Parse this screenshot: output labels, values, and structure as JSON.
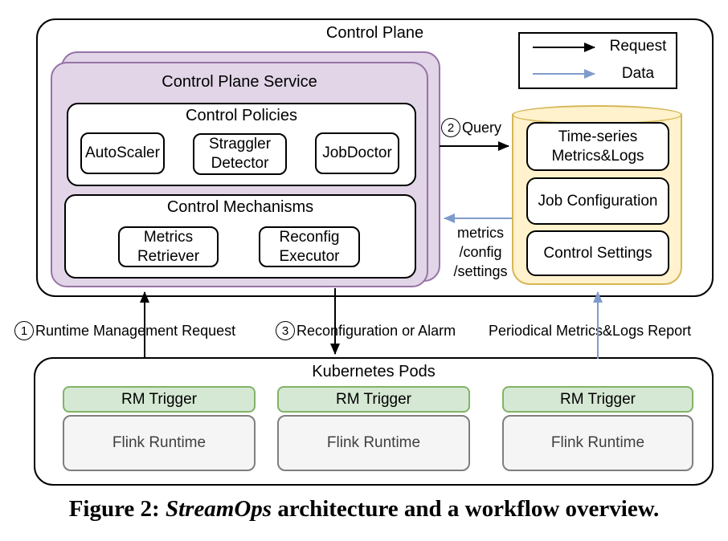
{
  "control_plane": {
    "title": "Control Plane",
    "service": {
      "title": "Control Plane Service",
      "policies": {
        "title": "Control Policies",
        "autoscaler": "AutoScaler",
        "straggler": "Straggler Detector",
        "jobdoctor": "JobDoctor"
      },
      "mechanisms": {
        "title": "Control Mechanisms",
        "metrics_retriever": "Metrics Retriever",
        "reconfig_executor": "Reconfig Executor"
      }
    },
    "datastore": {
      "timeseries": "Time-series Metrics&Logs",
      "job_config": "Job Configuration",
      "control_settings": "Control Settings"
    }
  },
  "legend": {
    "request_label": "Request",
    "data_label": "Data"
  },
  "kubernetes": {
    "title": "Kubernetes Pods",
    "pods": [
      {
        "trigger": "RM Trigger",
        "runtime": "Flink Runtime"
      },
      {
        "trigger": "RM Trigger",
        "runtime": "Flink Runtime"
      },
      {
        "trigger": "RM Trigger",
        "runtime": "Flink Runtime"
      }
    ]
  },
  "annotations": {
    "step1": {
      "num": "1",
      "label": "Runtime Management Request"
    },
    "step2": {
      "num": "2",
      "label": "Query"
    },
    "step3": {
      "num": "3",
      "label": "Reconfiguration or Alarm"
    },
    "report": "Periodical Metrics&Logs Report",
    "data_flow": [
      "metrics",
      "/config",
      "/settings"
    ]
  },
  "caption": {
    "prefix": "Figure 2: ",
    "emph": "StreamOps",
    "suffix": " architecture and a workflow overview."
  },
  "colors": {
    "purple_fill": "#E1D5E7",
    "purple_stroke": "#9673A6",
    "yellow_fill": "#FFF2CC",
    "yellow_stroke": "#D6B656",
    "green_fill": "#D5E8D4",
    "green_stroke": "#82B366",
    "gray_fill": "#F5F5F5",
    "gray_stroke": "#7F7F7F",
    "arrow_request": "#000000",
    "arrow_data": "#7F9BCC"
  }
}
